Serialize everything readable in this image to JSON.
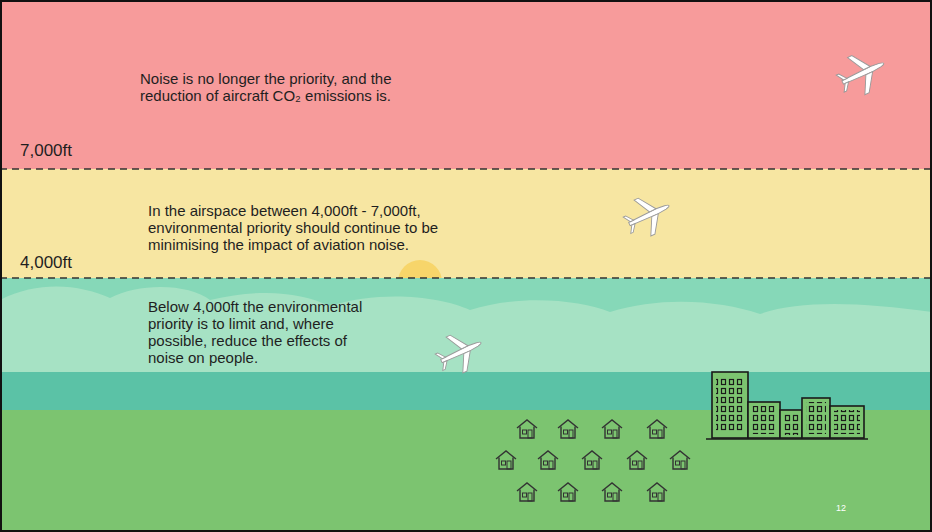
{
  "diagram": {
    "nodes": [
      {
        "text": [
          "Noise is no longer the priority, and the reduction of aircraft CO₂ emissions is."
        ]
      },
      {
        "text": [
          "In the airspace between 4,000ft - 7,000ft, environmental priority should continue to be minimising the impact of aviation noise."
        ]
      },
      {
        "text": [
          "Below 4,000ft the environmental priority is to limit and, where possible, reduce the effects of noise on people."
        ]
      }
    ],
    "labels": [
      "7,000ft",
      "4,000ft",
      "12"
    ]
  }
}
